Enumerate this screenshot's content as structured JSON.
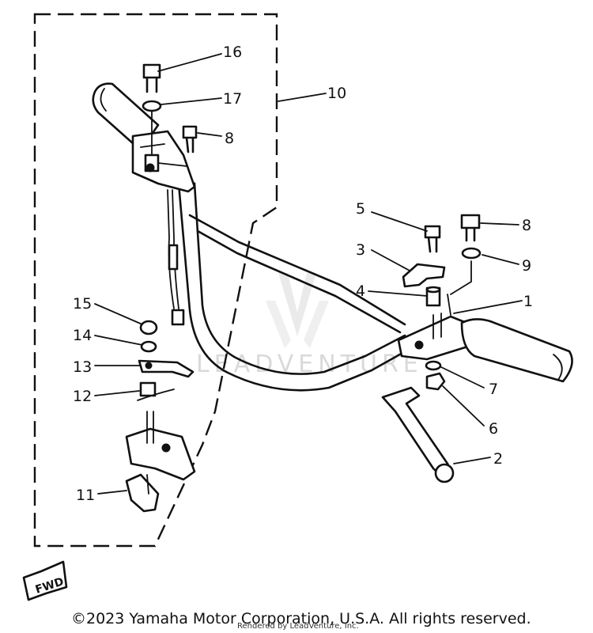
{
  "callouts": {
    "c1": "1",
    "c2": "2",
    "c3": "3",
    "c4": "4",
    "c5": "5",
    "c6": "6",
    "c7": "7",
    "c8a": "8",
    "c8b": "8",
    "c9": "9",
    "c10": "10",
    "c11": "11",
    "c12": "12",
    "c13": "13",
    "c14": "14",
    "c15": "15",
    "c16": "16",
    "c17": "17"
  },
  "fwd_label": "FWD",
  "watermark": {
    "text": "LEADVENTURE"
  },
  "footer": {
    "copyright": "©2023 Yamaha Motor Corporation, U.S.A. All rights reserved.",
    "rendered_by": "Rendered by LeadVenture, Inc."
  }
}
